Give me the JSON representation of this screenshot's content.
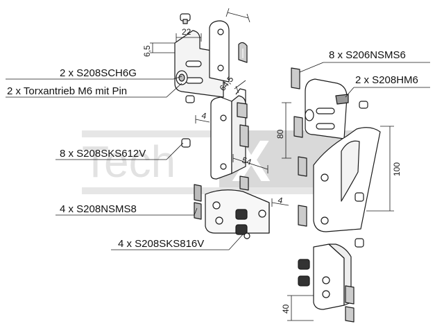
{
  "watermark": {
    "word": "Tech",
    "mark": "X"
  },
  "callouts": [
    {
      "id": "s208sch6g",
      "text": "2 x S208SCH6G"
    },
    {
      "id": "torx",
      "text": "2 x Torxantrieb M6 mit Pin"
    },
    {
      "id": "s206nsms6",
      "text": "8 x S206NSMS6"
    },
    {
      "id": "s208hm6",
      "text": "2 x S208HM6"
    },
    {
      "id": "s208sks612v",
      "text": "8 x S208SKS612V"
    },
    {
      "id": "s208nsms8",
      "text": "4 x S208NSMS8"
    },
    {
      "id": "s208sks816v",
      "text": "4 x S208SKS816V"
    }
  ],
  "dimensions": {
    "d22": "22",
    "d65": "6,5",
    "d645": "64,5",
    "d54": "54",
    "d80": "80",
    "d100": "100",
    "d40": "40",
    "d4a": "4",
    "d4b": "4"
  },
  "colors": {
    "line": "#1a1a1a",
    "part_fill": "#ffffff",
    "shade": "#d9d9d9",
    "watermark": "#e4e4e4"
  }
}
